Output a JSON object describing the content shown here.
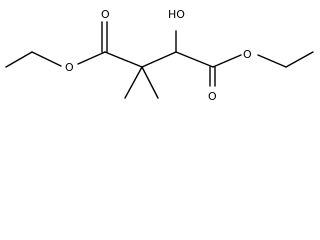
{
  "molecule": {
    "atom_labels": {
      "carbonyl_oxygen_left": "O",
      "ester_oxygen_left": "O",
      "hydroxyl": "HO",
      "ester_oxygen_right": "O",
      "carbonyl_oxygen_right": "O"
    }
  }
}
